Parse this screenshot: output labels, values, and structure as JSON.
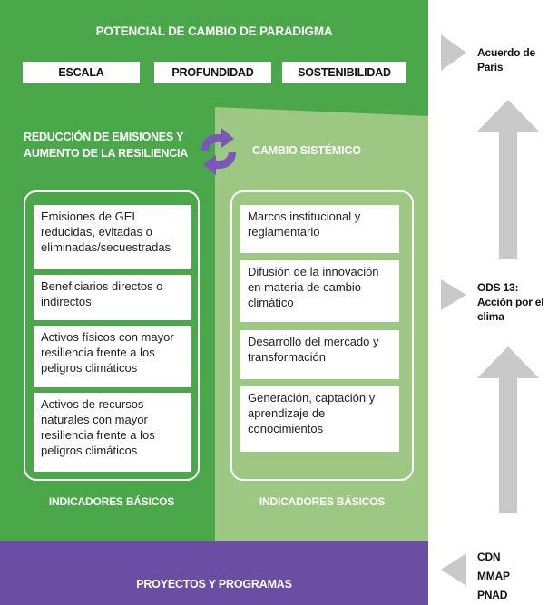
{
  "paradigm": {
    "title": "POTENCIAL DE CAMBIO DE PARADIGMA",
    "criteria": [
      "ESCALA",
      "PROFUNDIDAD",
      "SOSTENIBILIDAD"
    ]
  },
  "left_panel": {
    "title_line1": "REDUCCIÓN DE EMISIONES Y",
    "title_line2": "AUMENTO DE LA RESILIENCIA",
    "items": [
      "Emisiones de GEI reducidas, evitadas o eliminadas/secuestradas",
      "Beneficiarios directos o indirectos",
      "Activos físicos con mayor resiliencia frente a los peligros climáticos",
      "Activos de recursos naturales con mayor resiliencia frente a los peligros climáticos"
    ],
    "footer": "INDICADORES BÁSICOS"
  },
  "right_panel": {
    "title": "CAMBIO SISTÉMICO",
    "items": [
      "Marcos institucional y reglamentario",
      "Difusión de la innovación en materia de cambio climático",
      "Desarrollo del mercado y transformación",
      "Generación, captación y aprendizaje de conocimientos"
    ],
    "footer": "INDICADORES BÁSICOS"
  },
  "projects": {
    "title": "PROYECTOS Y PROGRAMAS"
  },
  "side": {
    "top_line1": "Acuerdo de",
    "top_line2": "París",
    "middle_line1": "ODS 13:",
    "middle_line2": "Acción por el",
    "middle_line3": "clima",
    "bottom": [
      "CDN",
      "MMAP",
      "PNAD"
    ]
  },
  "colors": {
    "green_dark": "#4aa84a",
    "green_light": "#9cc884",
    "purple": "#6a4ea4",
    "arrow_grey": "#c9c9c9",
    "cycle_purple": "#7a57b8"
  },
  "icons": {
    "cycle": "cycle-arrows-icon",
    "side_arrows": "chevron-arrow-icon"
  }
}
